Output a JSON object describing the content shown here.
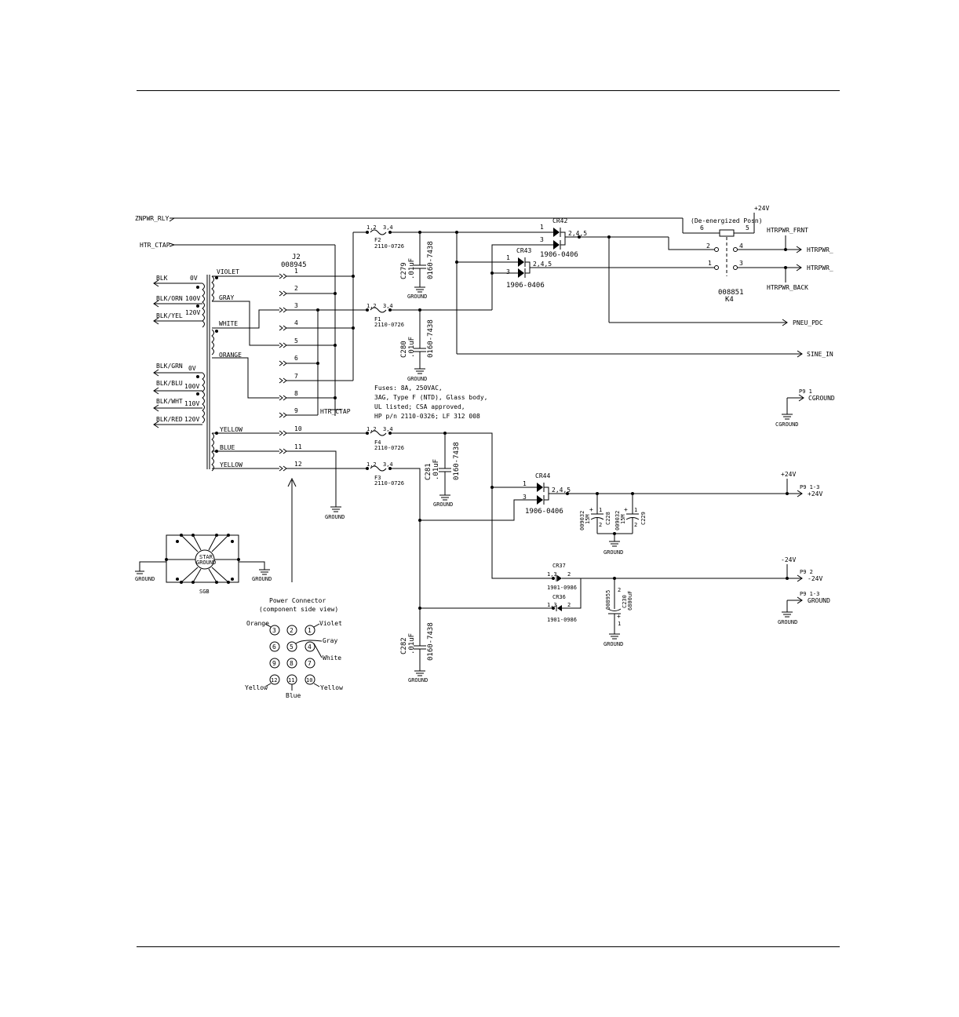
{
  "signals": {
    "znpwr_rly": "ZNPWR_RLY",
    "htr_ctap": "HTR_CTAP",
    "htrpwr_frnt_label": "HTRPWR_FRNT",
    "htrpwr_frnt_out": "HTRPWR_",
    "htrpwr_back_out": "HTRPWR_",
    "htrpwr_back_label": "HTRPWR_BACK",
    "pneu_pdc": "PNEU_PDC",
    "sine_in": "SINE_IN",
    "cground": "CGROUND",
    "cground_pin": "P9 1",
    "plus24_label": "+24V",
    "plus24_pin": "P9 1-3",
    "minus24_label": "-24V",
    "minus24_pin": "P9 2",
    "ground_pin": "P9 1-3",
    "relay_v": "+24V"
  },
  "transformer": {
    "primary": [
      {
        "label": "BLK",
        "tap": "0V"
      },
      {
        "label": "BLK/ORN",
        "tap": "100V"
      },
      {
        "label": "BLK/YEL",
        "tap": "120V"
      },
      {
        "label": "BLK/GRN",
        "tap": "0V"
      },
      {
        "label": "BLK/BLU",
        "tap": "100V"
      },
      {
        "label": "BLK/WHT",
        "tap": "110V"
      },
      {
        "label": "BLK/RED",
        "tap": "120V"
      }
    ],
    "secondary": [
      "VIOLET",
      "GRAY",
      "WHITE",
      "ORANGE",
      "YELLOW",
      "BLUE",
      "YELLOW"
    ]
  },
  "connector": {
    "ref": "J2",
    "part": "008945",
    "pins": [
      "1",
      "2",
      "3",
      "4",
      "5",
      "6",
      "7",
      "8",
      "9",
      "10",
      "11",
      "12"
    ],
    "htr_ctap_label": "HTR_CTAP"
  },
  "fuses": [
    {
      "ref": "F2",
      "part": "2110-0726"
    },
    {
      "ref": "F1",
      "part": "2110-0726"
    },
    {
      "ref": "F4",
      "part": "2110-0726"
    },
    {
      "ref": "F3",
      "part": "2110-0726"
    }
  ],
  "fuse_pins": {
    "in": "1,2",
    "out": "3,4"
  },
  "fuse_note": [
    "Fuses: 8A, 250VAC,",
    "3AG, Type F (NTD), Glass body,",
    "UL listed; CSA approved,",
    "HP p/n 2110-0326; LF 312 008"
  ],
  "caps": [
    {
      "ref": "C279",
      "value": ".01uF",
      "part": "0160-7438"
    },
    {
      "ref": "C280",
      "value": ".01uF",
      "part": "0160-7438"
    },
    {
      "ref": "C281",
      "value": ".01uF",
      "part": "0160-7438"
    },
    {
      "ref": "C282",
      "value": ".01uF",
      "part": "0160-7438"
    }
  ],
  "rectifiers": {
    "cr42": "CR42",
    "cr43": "CR43",
    "cr44": "CR44",
    "part": "1906-0406",
    "pin1": "1",
    "pin3": "3",
    "pin245": "2,4,5"
  },
  "diodes": {
    "cr37": "CR37",
    "cr36": "CR36",
    "part": "1901-0986",
    "pin_a": "1,3",
    "pin_k": "2"
  },
  "filter_caps": {
    "c228": "C228",
    "c229": "C229",
    "c228_part": "009032",
    "c228_val": "15M",
    "c229_part": "009032",
    "c229_val": "15M",
    "c230": "C230",
    "c230_part": "008955",
    "c230_val": "6800uF",
    "plus": "+",
    "pin1": "1",
    "pin2": "2"
  },
  "relay": {
    "title": "(De-energized Posn)",
    "ref": "K4",
    "part": "008851",
    "pins": [
      "6",
      "5",
      "2",
      "4",
      "1",
      "3"
    ]
  },
  "grounds": {
    "label": "GROUND",
    "cground": "CGROUND",
    "star_line1": "STAR",
    "star_line2": "GROUND",
    "star_sub": "SGB"
  },
  "power_connector": {
    "title": "Power Connector",
    "subtitle": "(component side view)",
    "rows": [
      [
        "3",
        "2",
        "1"
      ],
      [
        "6",
        "5",
        "4"
      ],
      [
        "9",
        "8",
        "7"
      ],
      [
        "12",
        "11",
        "10"
      ]
    ],
    "labels": {
      "orange": "Orange",
      "violet": "Violet",
      "gray": "Gray",
      "white": "White",
      "yellow_left": "Yellow",
      "blue": "Blue",
      "yellow_right": "Yellow"
    }
  }
}
